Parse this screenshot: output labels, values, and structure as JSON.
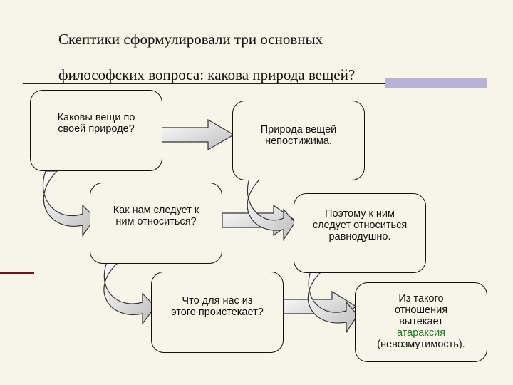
{
  "title": {
    "line1": "Скептики сформулировали три основных",
    "line2": "философских вопроса: какова природа вещей?"
  },
  "boxes": {
    "q1": "Каковы вещи по своей природе?",
    "a1": "Природа вещей непостижима.",
    "q2": "Как нам следует к ним относиться?",
    "a2": "Поэтому к ним следует относиться равнодушно.",
    "q3": "Что для нас из этого проистекает?",
    "a3_prefix": "Из такого отношения вытекает",
    "a3_term": "атараксия",
    "a3_suffix": "(невозмутимость)."
  },
  "colors": {
    "background": "#f6f5e8",
    "accent_bar": "#b9b2d8",
    "side_mark": "#5c1a1a",
    "highlight_term": "#1e7d1e"
  }
}
